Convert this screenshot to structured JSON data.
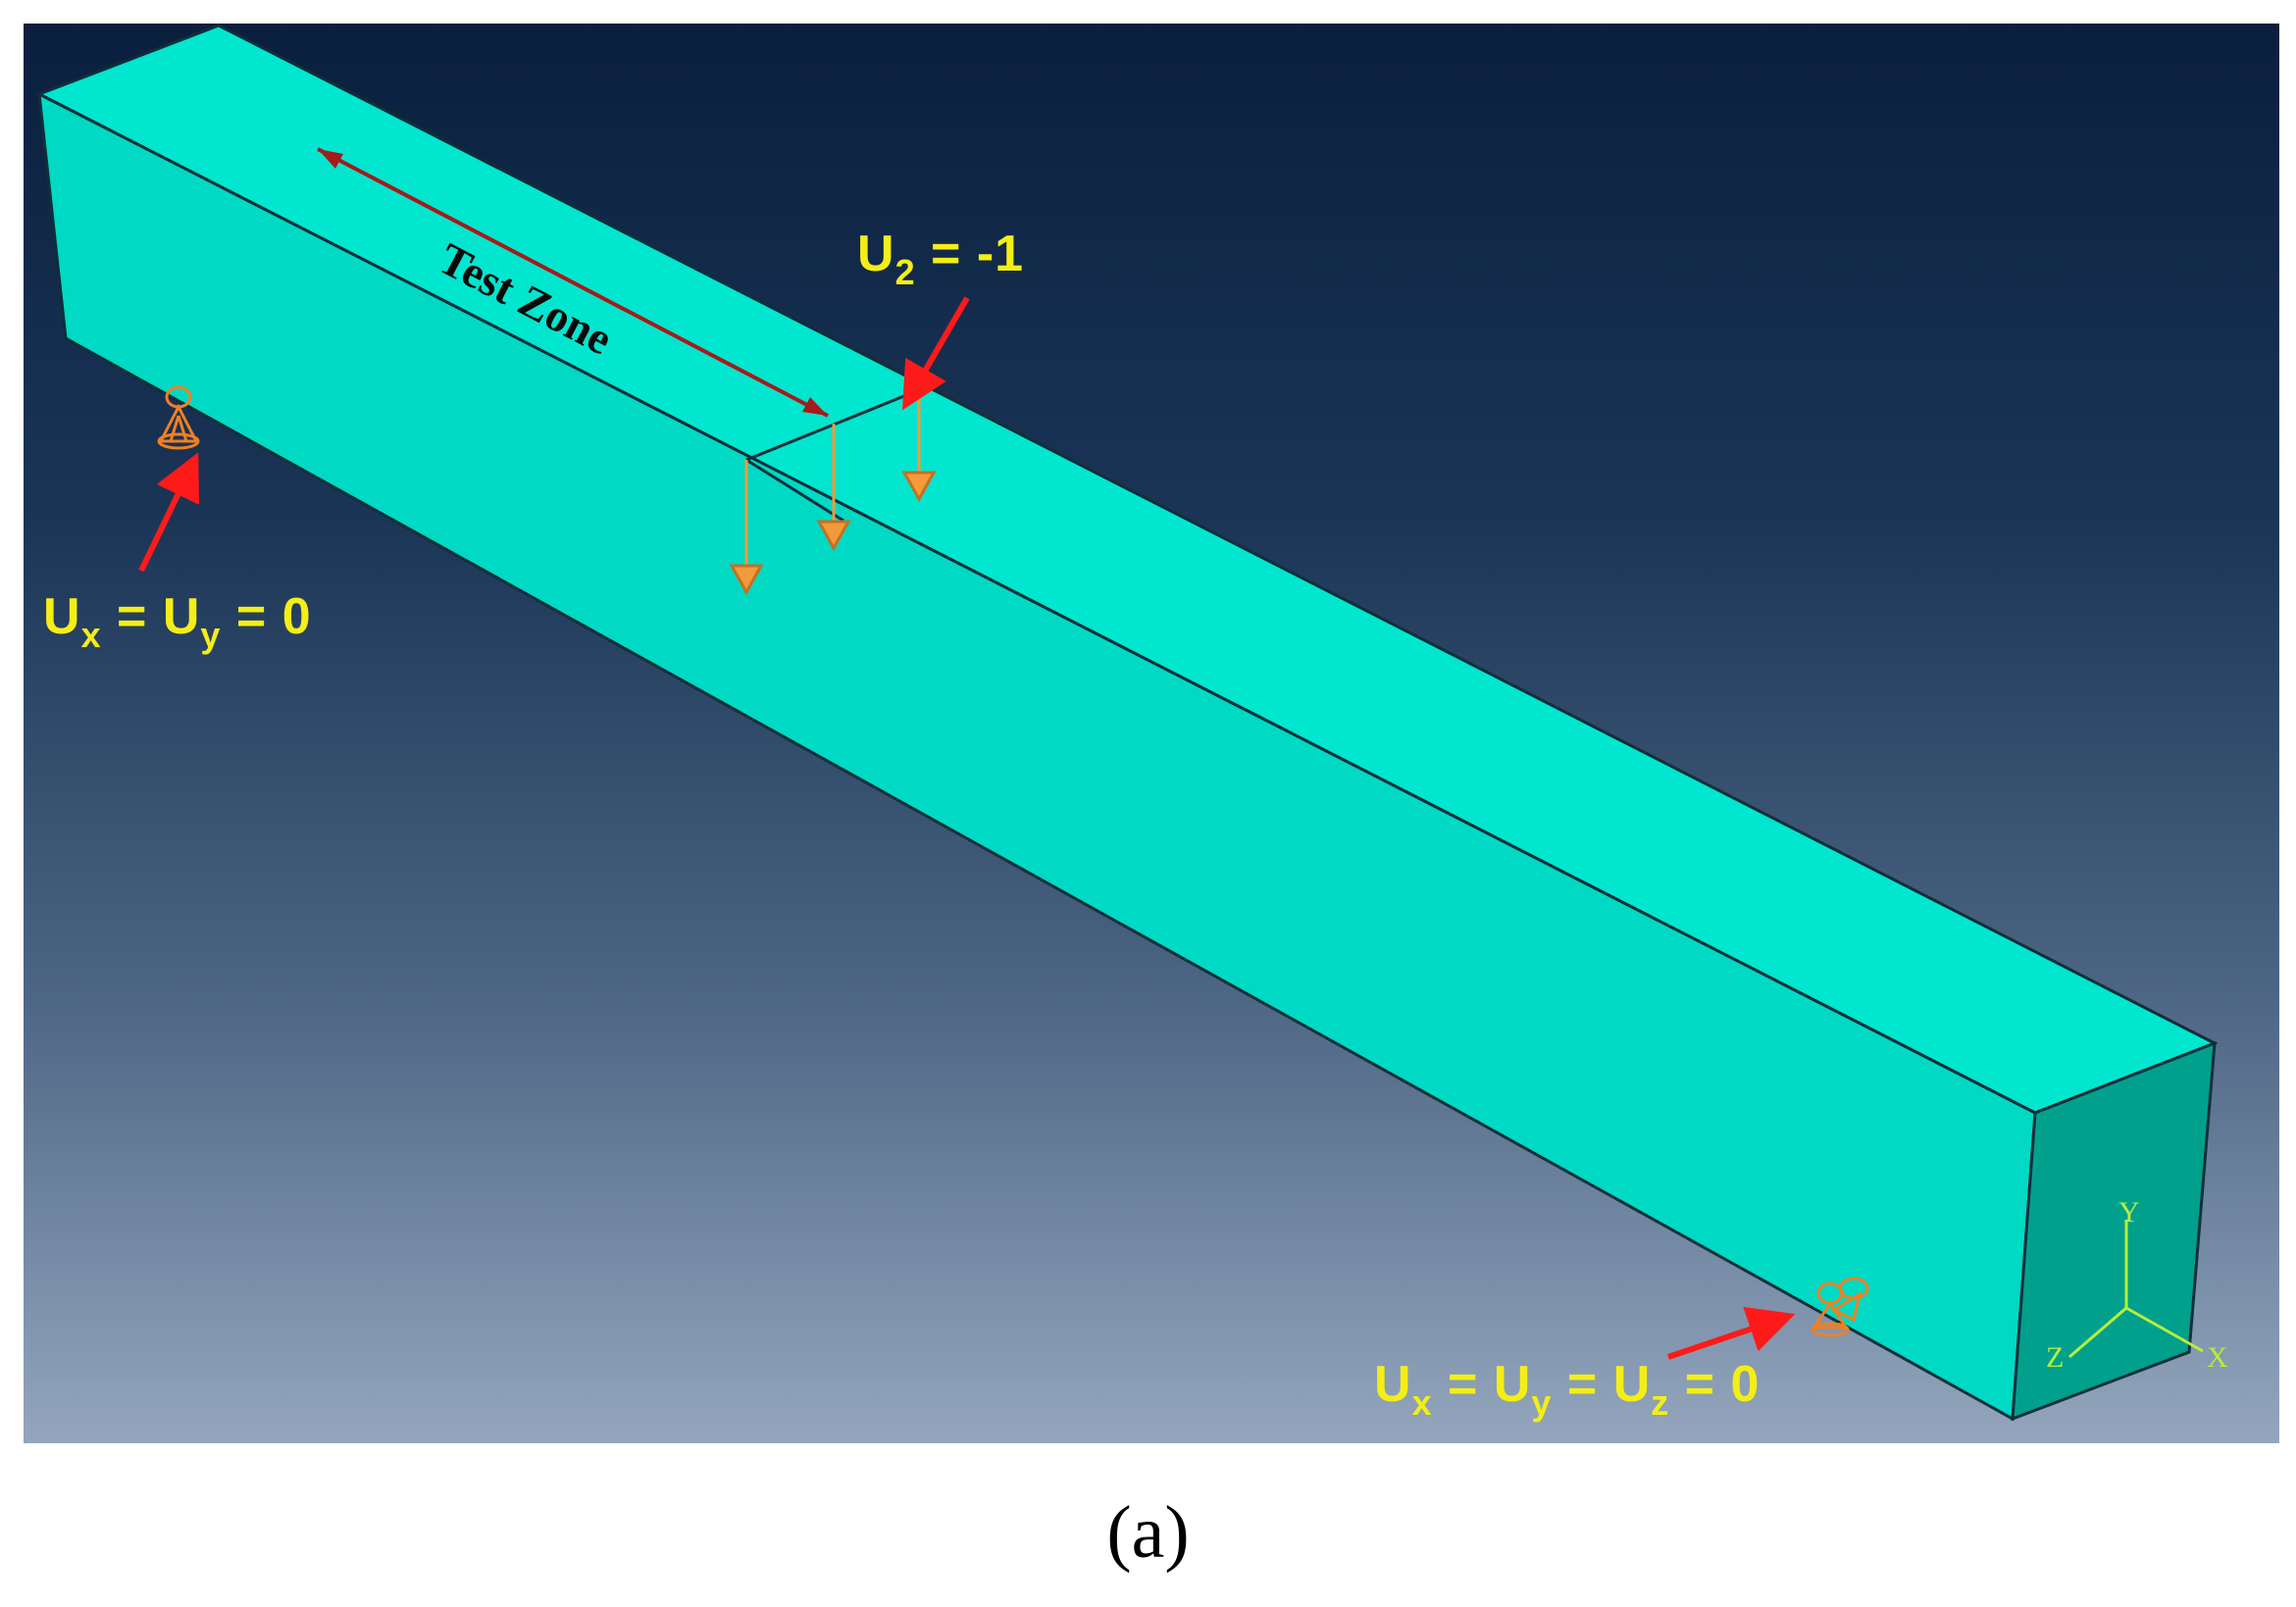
{
  "annotations": {
    "test_zone": "Test Zone",
    "load": {
      "symbol": "U",
      "subscript": "2",
      "rest": " = -1"
    },
    "support_left": {
      "parts": [
        {
          "t": "U"
        },
        {
          "s": "x"
        },
        {
          "t": " = U"
        },
        {
          "s": "y"
        },
        {
          "t": " = 0"
        }
      ]
    },
    "support_right": {
      "parts": [
        {
          "t": "U"
        },
        {
          "s": "x"
        },
        {
          "t": " = U"
        },
        {
          "s": "y"
        },
        {
          "t": " = U"
        },
        {
          "s": "z"
        },
        {
          "t": " = 0"
        }
      ]
    }
  },
  "triad": {
    "y": "Y",
    "x": "X",
    "z": "Z"
  },
  "caption": "(a)",
  "colors": {
    "beam_top": "#00e6cf",
    "beam_front": "#00d9c4",
    "beam_end": "#00a08d",
    "edge": "#0e2f3a",
    "label": "#f4ee16",
    "arrow": "#ff1a1a",
    "load_arrow": "#f59a3a",
    "triad": "#b6f03a"
  }
}
